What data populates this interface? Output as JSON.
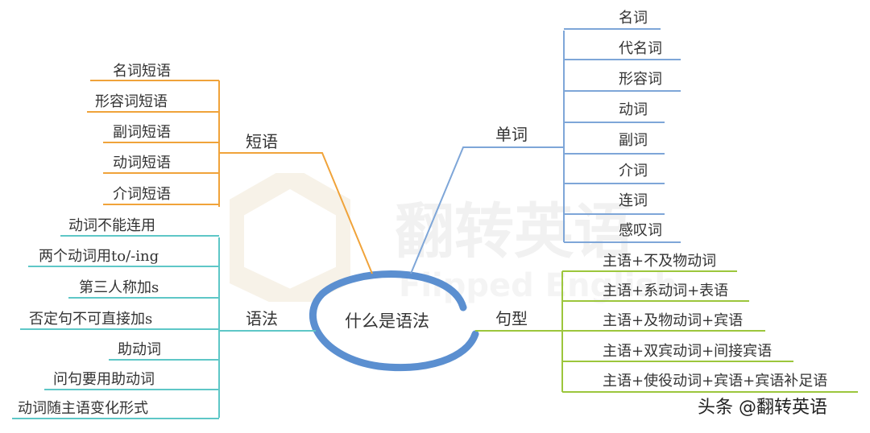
{
  "center": "什么是语法",
  "watermark": {
    "title": "翻转英语",
    "subtitle": "Flipped English"
  },
  "colors": {
    "phrase": "#f0a33a",
    "word": "#7ea6d8",
    "grammar": "#5ec7c7",
    "sentence": "#9cc63c",
    "center": "#5b8fd0"
  },
  "branches": {
    "phrase": {
      "label": "短语",
      "items": [
        "名词短语",
        "形容词短语",
        "副词短语",
        "动词短语",
        "介词短语"
      ]
    },
    "word": {
      "label": "单词",
      "items": [
        "名词",
        "代名词",
        "形容词",
        "动词",
        "副词",
        "介词",
        "连词",
        "感叹词"
      ]
    },
    "grammar": {
      "label": "语法",
      "items": [
        "动词不能连用",
        "两个动词用to/-ing",
        "第三人称加s",
        "否定句不可直接加s",
        "助动词",
        "问句要用助动词",
        "动词随主语变化形式"
      ]
    },
    "sentence": {
      "label": "句型",
      "items": [
        "主语+不及物动词",
        "主语+系动词+表语",
        "主语+及物动词+宾语",
        "主语+双宾动词+间接宾语",
        "主语+使役动词+宾语+宾语补足语"
      ]
    }
  },
  "footer": "头条 @翻转英语"
}
